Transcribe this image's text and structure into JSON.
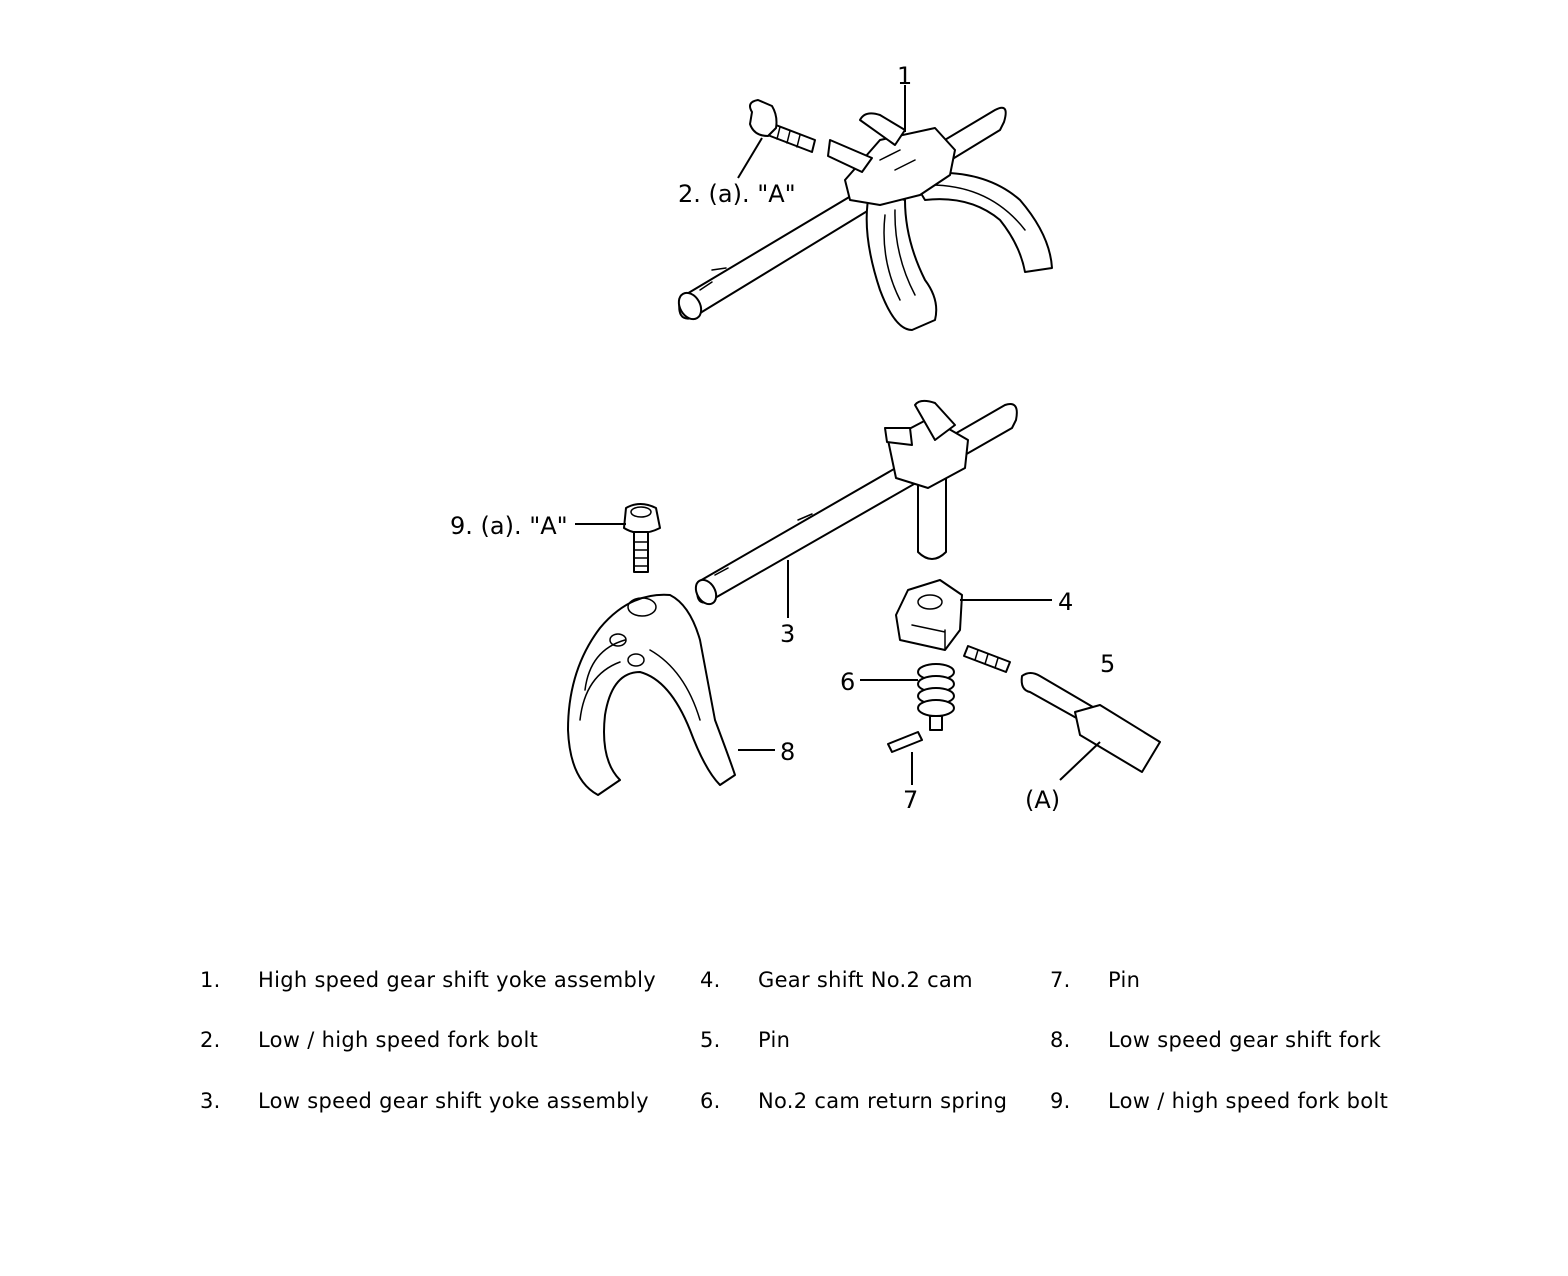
{
  "callouts": {
    "c1": "1",
    "c2": "2. (a). \"A\"",
    "c3": "3",
    "c4": "4",
    "c5": "5",
    "c6": "6",
    "c7": "7",
    "c8": "8",
    "c9": "9. (a). \"A\"",
    "cA": "(A)"
  },
  "legend": {
    "items": [
      {
        "num": "1.",
        "text": "High speed gear shift yoke assembly"
      },
      {
        "num": "2.",
        "text": "Low / high speed fork bolt"
      },
      {
        "num": "3.",
        "text": "Low speed gear shift yoke assembly"
      },
      {
        "num": "4.",
        "text": "Gear shift No.2 cam"
      },
      {
        "num": "5.",
        "text": "Pin"
      },
      {
        "num": "6.",
        "text": "No.2 cam return spring"
      },
      {
        "num": "7.",
        "text": "Pin"
      },
      {
        "num": "8.",
        "text": "Low speed gear shift fork"
      },
      {
        "num": "9.",
        "text": "Low / high speed fork bolt"
      }
    ]
  }
}
